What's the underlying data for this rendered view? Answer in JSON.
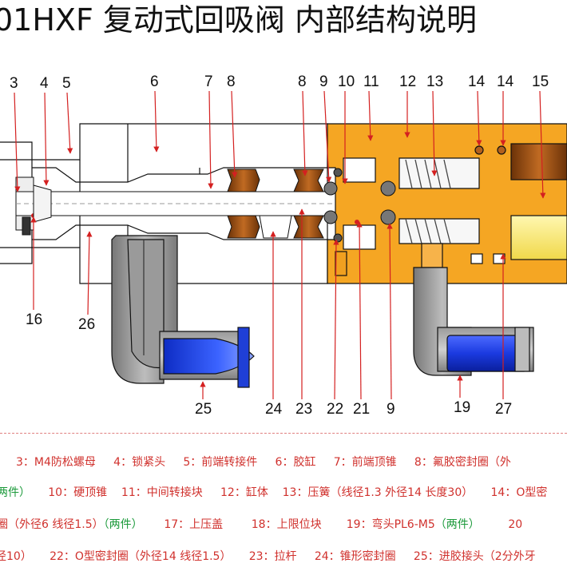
{
  "title": "01HXF 复动式回吸阀 内部结构说明",
  "callouts": {
    "c3": "3",
    "c4": "4",
    "c5": "5",
    "c6": "6",
    "c7": "7",
    "c8a": "8",
    "c8b": "8",
    "c9a": "9",
    "c10": "10",
    "c11": "11",
    "c12": "12",
    "c13": "13",
    "c14a": "14",
    "c14b": "14",
    "c15": "15",
    "c16": "16",
    "c26": "26",
    "c25": "25",
    "c24": "24",
    "c23": "23",
    "c22": "22",
    "c21": "21",
    "c9b": "9",
    "c19": "19",
    "c27": "27"
  },
  "legend": {
    "row1": [
      "3：M4防松螺母",
      "4：锁紧头",
      "5：前端转接件",
      "6：胶缸",
      "7：前端顶锥",
      "8：氟胶密封圈（外"
    ],
    "row2_green": "两件）",
    "row2": [
      "10：硬顶锥",
      "11：中间转接块",
      "12：缸体",
      "13：压簧（线径1.3 外径14 长度30）",
      "14：O型密"
    ],
    "row3_a": "圈（外径6 线径1.5）",
    "row3_green": "（两件）",
    "row3": [
      "17：上压盖",
      "18：上限位块",
      "19：弯头PL6-M5"
    ],
    "row3_green2": "（两件）",
    "row3_end": "20",
    "row4": [
      "径10）",
      "22：O型密封圈（外径14  线径1.5）",
      "23：拉杆",
      "24：锥形密封圈",
      "25：进胶接头（2分外牙"
    ]
  },
  "colors": {
    "body_orange": "#f5a623",
    "seal_brown": "#b3601d",
    "nozzle_blue": "#1f3fd6",
    "fitting_gray": "#8c8c8c",
    "legend_red": "#d0312d",
    "legend_green": "#1c9a3b",
    "arrow_red": "#d42020"
  }
}
